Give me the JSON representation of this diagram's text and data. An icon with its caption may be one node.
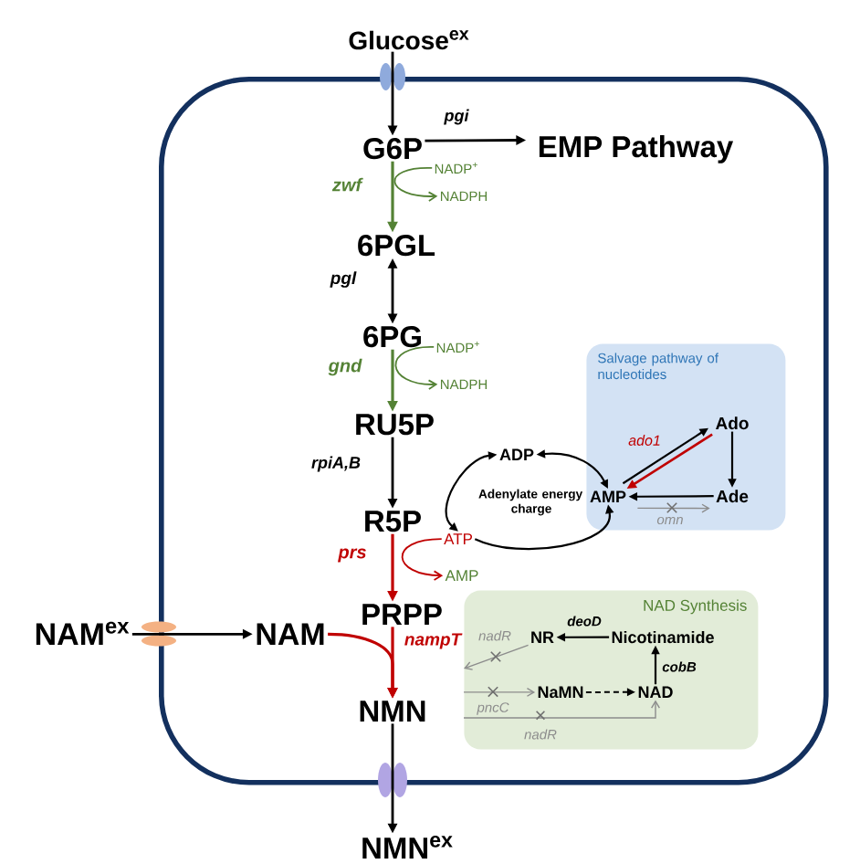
{
  "diagram": {
    "nodes": [
      {
        "text": [
          "Glucose$^{ex}$"
        ]
      },
      {
        "text": [],
        "shape": "box"
      },
      {
        "text": [
          "G6P"
        ],
        "in": 1
      },
      {
        "text": [
          "EMP Pathway"
        ],
        "in": 1
      },
      {
        "text": [
          "NADP$^{+}$"
        ],
        "in": 1
      },
      {
        "text": [
          "NADPH"
        ],
        "in": 1
      },
      {
        "text": [
          "6PGL"
        ],
        "in": 1
      },
      {
        "text": [
          "6PG"
        ],
        "in": 1
      },
      {
        "text": [
          "NADP$^{+}$"
        ],
        "in": 1
      },
      {
        "text": [
          "NADPH"
        ],
        "in": 1
      },
      {
        "text": [
          "RU5P"
        ],
        "in": 1
      },
      {
        "text": [
          "Salvage pathway of nucleotides"
        ],
        "in": 1
      },
      {
        "text": [
          "Ado"
        ],
        "in": 11
      },
      {
        "text": [
          "ADP"
        ],
        "in": 1
      },
      {
        "text": [
          "AMP"
        ],
        "in": 11
      },
      {
        "text": [
          "Ade"
        ],
        "in": 11
      },
      {
        "text": [
          "R5P"
        ],
        "in": 1
      },
      {
        "text": [
          "ATP"
        ],
        "in": 1
      },
      {
        "text": [
          "AMP"
        ],
        "in": 1
      },
      {
        "text": [
          "PRPP"
        ],
        "in": 1
      },
      {
        "text": [
          "NAM$^{ex}$"
        ]
      },
      {
        "text": [
          "NAM"
        ],
        "in": 1
      },
      {
        "text": [
          "NAD Synthesis"
        ],
        "in": 1
      },
      {
        "text": [
          "NR"
        ],
        "in": 22
      },
      {
        "text": [
          "Nicotinamide"
        ],
        "in": 22
      },
      {
        "text": [
          "NaMN"
        ],
        "in": 22
      },
      {
        "text": [
          "NAD"
        ],
        "in": 22
      },
      {
        "text": [
          "NMN"
        ],
        "in": 1
      },
      {
        "text": [
          "NMN$^{ex}$"
        ]
      }
    ],
    "edges": [
      {
        "from": 0,
        "to": 2,
        "arrow": "to"
      },
      {
        "from": 2,
        "to": 3,
        "arrow": "to",
        "label": "pgi"
      },
      {
        "from": 2,
        "to": 6,
        "arrow": "to",
        "label": "zwf",
        "color": "#548235"
      },
      {
        "from": 4,
        "to": 5,
        "arrow": "to",
        "color": "#548235"
      },
      {
        "from": 6,
        "to": 7,
        "arrow": "both",
        "label": "pgl"
      },
      {
        "from": 7,
        "to": 10,
        "arrow": "to",
        "label": "gnd",
        "color": "#548235"
      },
      {
        "from": 8,
        "to": 9,
        "arrow": "to",
        "color": "#548235"
      },
      {
        "from": 10,
        "to": 16,
        "arrow": "to",
        "label": "rpiA,B"
      },
      {
        "from": 16,
        "to": 19,
        "arrow": "to",
        "label": "prs",
        "color": "#c00000"
      },
      {
        "from": 17,
        "to": 18,
        "arrow": "to",
        "color": "#c00000"
      },
      {
        "from": 19,
        "to": 27,
        "arrow": "to",
        "label": "nampT",
        "color": "#c00000"
      },
      {
        "from": 21,
        "to": 27,
        "arrow": "to",
        "color": "#c00000"
      },
      {
        "from": 20,
        "to": 21,
        "arrow": "to"
      },
      {
        "from": 27,
        "to": 28,
        "arrow": "to"
      },
      {
        "from": 13,
        "to": 14,
        "arrow": "both"
      },
      {
        "from": 13,
        "to": 17,
        "arrow": "both"
      },
      {
        "from": 17,
        "to": 14,
        "arrow": "to"
      },
      {
        "from": 12,
        "to": 14,
        "arrow": "to",
        "label": "ado1",
        "color": "#c00000"
      },
      {
        "from": 14,
        "to": 12,
        "arrow": "to"
      },
      {
        "from": 12,
        "to": 15,
        "arrow": "to"
      },
      {
        "from": 15,
        "to": 14,
        "arrow": "to"
      },
      {
        "from": 14,
        "to": 15,
        "arrow": "to",
        "label": "omn",
        "color": "#8c8c8c"
      },
      {
        "from": 24,
        "to": 23,
        "arrow": "to",
        "label": "deoD"
      },
      {
        "from": 26,
        "to": 24,
        "arrow": "to",
        "label": "cobB"
      },
      {
        "from": 25,
        "to": 26,
        "arrow": "to",
        "style": "dashed"
      },
      {
        "from": 23,
        "to": null,
        "arrow": "to",
        "label": "nadR",
        "color": "#8c8c8c"
      },
      {
        "from": null,
        "to": 25,
        "arrow": "to",
        "label": "pncC",
        "color": "#8c8c8c"
      },
      {
        "from": null,
        "to": 26,
        "arrow": "to",
        "label": "nadR",
        "color": "#8c8c8c"
      }
    ],
    "labels": [
      "Adenylate energy charge"
    ]
  }
}
